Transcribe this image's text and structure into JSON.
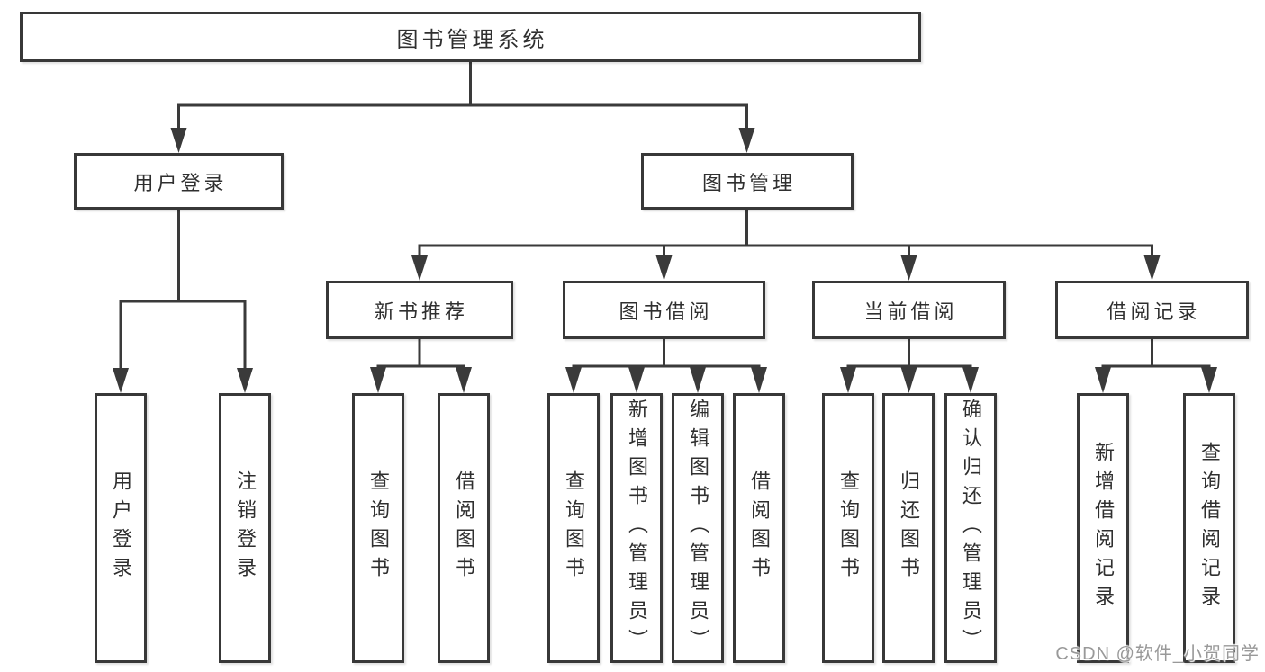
{
  "diagram": {
    "type": "hierarchy-tree",
    "tree": {
      "label": "图书管理系统",
      "children": [
        {
          "label": "用户登录",
          "children": [
            {
              "label": "用户登录"
            },
            {
              "label": "注销登录"
            }
          ]
        },
        {
          "label": "图书管理",
          "children": [
            {
              "label": "新书推荐",
              "children": [
                {
                  "label": "查询图书"
                },
                {
                  "label": "借阅图书"
                }
              ]
            },
            {
              "label": "图书借阅",
              "children": [
                {
                  "label": "查询图书"
                },
                {
                  "label": "新增图书（管理员）"
                },
                {
                  "label": "编辑图书（管理员）"
                },
                {
                  "label": "借阅图书"
                }
              ]
            },
            {
              "label": "当前借阅",
              "children": [
                {
                  "label": "查询图书"
                },
                {
                  "label": "归还图书"
                },
                {
                  "label": "确认归还（管理员）"
                }
              ]
            },
            {
              "label": "借阅记录",
              "children": [
                {
                  "label": "新增借阅记录"
                },
                {
                  "label": "查询借阅记录"
                }
              ]
            }
          ]
        }
      ]
    },
    "colors": {
      "line": "#3a3a3a",
      "box_border": "#383838",
      "text": "#2f2f2f",
      "background": "#ffffff",
      "watermark_text": "#999999"
    }
  },
  "watermark": "CSDN @软件_小贺同学"
}
